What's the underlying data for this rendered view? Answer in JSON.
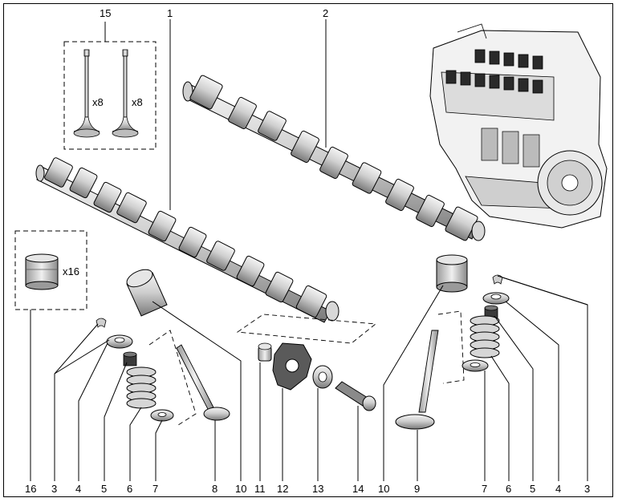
{
  "diagram": {
    "callouts": {
      "c1": "1",
      "c2": "2",
      "c15": "15",
      "b16": "16",
      "b3a": "3",
      "b4a": "4",
      "b5a": "5",
      "b6a": "6",
      "b7a": "7",
      "b8": "8",
      "b10a": "10",
      "b11": "11",
      "b12": "12",
      "b13": "13",
      "b14": "14",
      "b10b": "10",
      "b9": "9",
      "b7b": "7",
      "b6b": "6",
      "b5b": "5",
      "b4b": "4",
      "b3b": "3"
    },
    "quantities": {
      "valve_left": "x8",
      "valve_right": "x8",
      "tappet": "x16"
    },
    "icons": [
      "exhaust-camshaft",
      "intake-camshaft",
      "engine-assembly",
      "valve",
      "tappet",
      "valve-spring",
      "spring-retainer",
      "valve-keepers",
      "valve-seal",
      "sprocket-bolt",
      "washer",
      "trigger-wheel",
      "dowel-pin"
    ]
  }
}
